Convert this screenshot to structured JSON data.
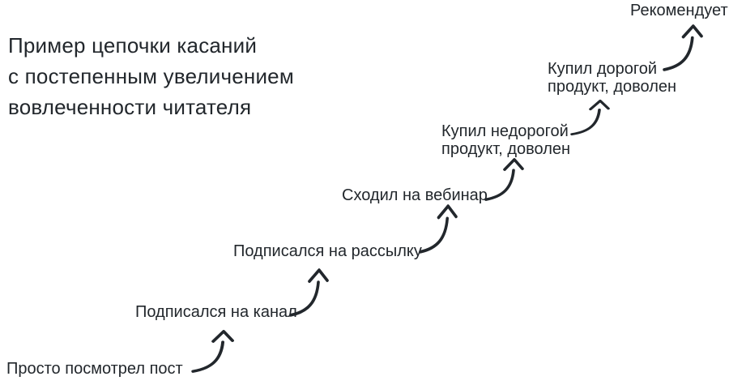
{
  "title": "Пример цепочки касаний\nс постепенным увеличением\nвовлеченности читателя",
  "steps": [
    {
      "label": "Просто посмотрел пост"
    },
    {
      "label": "Подписался на канал"
    },
    {
      "label": "Подписался на рассылку"
    },
    {
      "label": "Сходил на вебинар"
    },
    {
      "label": "Купил недорогой\nпродукт, доволен"
    },
    {
      "label": "Купил дорогой\nпродукт, доволен"
    },
    {
      "label": "Рекомендует"
    }
  ],
  "icons": {
    "arrow": "curved-arrow-up-icon"
  },
  "colors": {
    "background": "#ffffff",
    "text": "#22272c",
    "arrow": "#22272c"
  }
}
